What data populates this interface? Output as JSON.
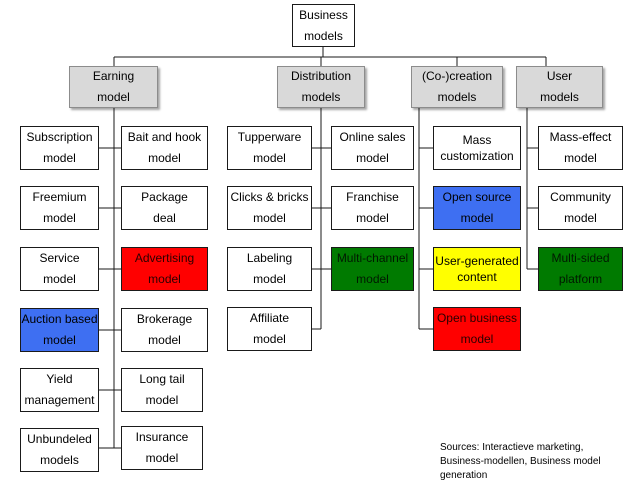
{
  "root": {
    "label": "Business\nmodels"
  },
  "categories": {
    "earning": "Earning\nmodel",
    "distribution": "Distribution\nmodels",
    "cocreation": "(Co-)creation\nmodels",
    "user": "User\nmodels"
  },
  "earning": {
    "subscription": "Subscription\nmodel",
    "bait_and_hook": "Bait and hook\nmodel",
    "freemium": "Freemium\nmodel",
    "package_deal": "Package\ndeal",
    "service": "Service\nmodel",
    "advertising": "Advertising\nmodel",
    "auction_based": "Auction based\nmodel",
    "brokerage": "Brokerage\nmodel",
    "yield_management": "Yield\nmanagement",
    "long_tail": "Long tail\nmodel",
    "unbundeled": "Unbundeled\nmodels",
    "insurance": "Insurance\nmodel"
  },
  "distribution": {
    "tupperware": "Tupperware\nmodel",
    "online_sales": "Online sales\nmodel",
    "clicks_bricks": "Clicks & bricks\nmodel",
    "franchise": "Franchise\nmodel",
    "labeling": "Labeling\nmodel",
    "multichannel": "Multi-channel\nmodel",
    "affiliate": "Affiliate\nmodel"
  },
  "cocreation": {
    "mass_customization": "Mass\ncustomization",
    "open_source": "Open source\nmodel",
    "user_generated": "User-generated\ncontent",
    "open_business": "Open business\nmodel"
  },
  "user": {
    "mass_effect": "Mass-effect\nmodel",
    "community": "Community\nmodel",
    "multisided": "Multi-sided\nplatform"
  },
  "colors": {
    "red": "#ff0000",
    "green": "#007a00",
    "blue": "#3e6ff2",
    "yellow": "#ffff00",
    "category_fill": "#d9d9d9"
  },
  "sources": "Sources: Interactieve marketing, Business-modellen, Business model generation"
}
